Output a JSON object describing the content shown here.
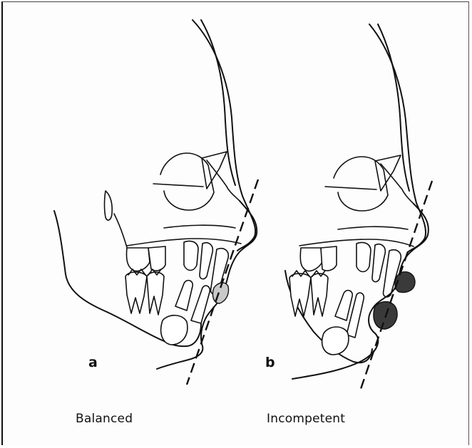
{
  "panels": [
    {
      "letter": "a",
      "caption": "Balanced"
    },
    {
      "letter": "b",
      "caption": "Incompetent"
    }
  ],
  "colors": {
    "line": "#111111",
    "lip_balanced": "#c9c9c9",
    "lip_incompetent": "#3a3a3a",
    "background": "#fdfdfd"
  }
}
